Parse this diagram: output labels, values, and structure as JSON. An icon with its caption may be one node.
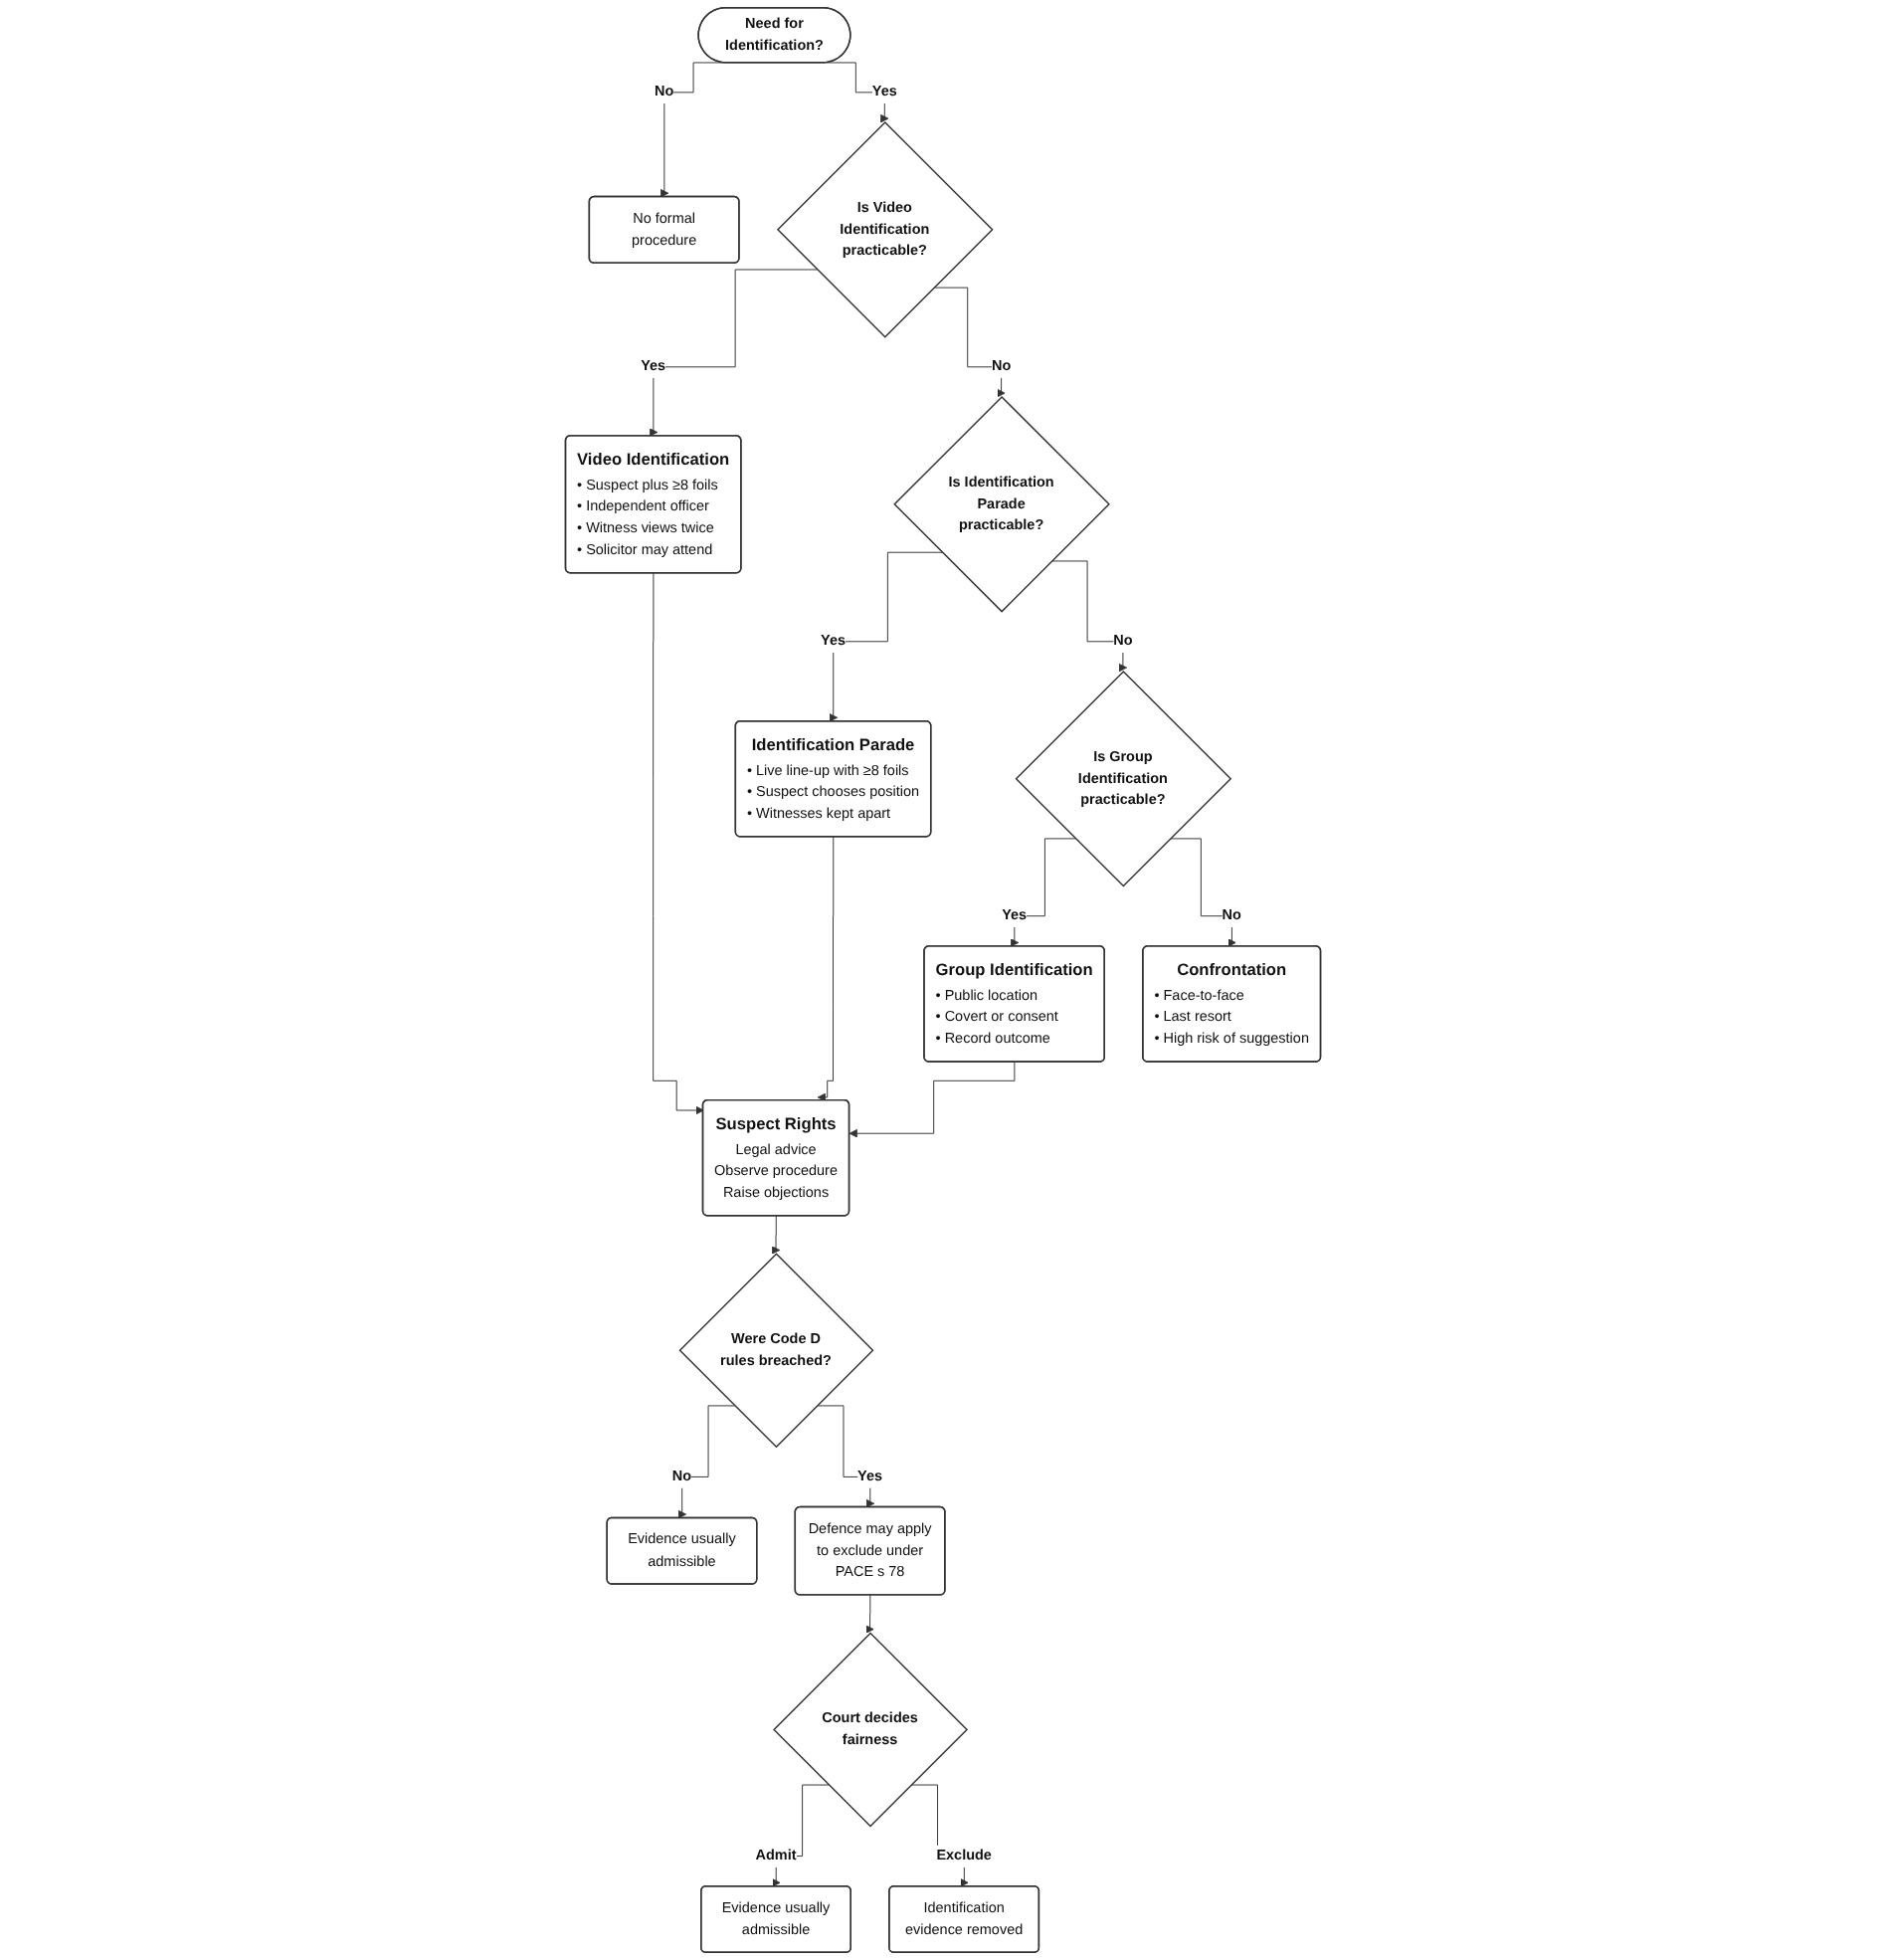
{
  "diagram": {
    "nodes": [
      {
        "text": [
          "Need for Identification?"
        ]
      },
      {
        "text": [
          "No formal procedure"
        ]
      },
      {
        "text": [
          "Is Video Identification practicable?"
        ]
      },
      {
        "text": [
          "Video Identification",
          "• Suspect plus ≥8 foils",
          "• Independent officer",
          "• Witness views twice",
          "• Solicitor may attend"
        ]
      },
      {
        "text": [
          "Is Identification Parade practicable?"
        ]
      },
      {
        "text": [
          "Identification Parade",
          "• Live line-up with ≥8 foils",
          "• Suspect chooses position",
          "• Witnesses kept apart"
        ]
      },
      {
        "text": [
          "Is Group Identification practicable?"
        ]
      },
      {
        "text": [
          "Group Identification",
          "• Public location",
          "• Covert or consent",
          "• Record outcome"
        ]
      },
      {
        "text": [
          "Confrontation",
          "• Face-to-face",
          "• Last resort",
          "• High risk of suggestion"
        ]
      },
      {
        "text": [
          "Suspect Rights",
          "Legal advice",
          "Observe procedure",
          "Raise objections"
        ]
      },
      {
        "text": [
          "Were Code D rules breached?"
        ]
      },
      {
        "text": [
          "Evidence usually admissible"
        ]
      },
      {
        "text": [
          "Defence may apply to exclude under PACE s 78"
        ]
      },
      {
        "text": [
          "Court decides fairness"
        ]
      },
      {
        "text": [
          "Evidence usually admissible"
        ]
      },
      {
        "text": [
          "Identification evidence removed"
        ]
      }
    ],
    "edges": [
      {
        "from": 0,
        "to": 1,
        "arrow": "to",
        "label": "No"
      },
      {
        "from": 0,
        "to": 2,
        "arrow": "to",
        "label": "Yes"
      },
      {
        "from": 2,
        "to": 3,
        "arrow": "to",
        "label": "Yes"
      },
      {
        "from": 2,
        "to": 4,
        "arrow": "to",
        "label": "No"
      },
      {
        "from": 4,
        "to": 5,
        "arrow": "to",
        "label": "Yes"
      },
      {
        "from": 4,
        "to": 6,
        "arrow": "to",
        "label": "No"
      },
      {
        "from": 6,
        "to": 7,
        "arrow": "to",
        "label": "Yes"
      },
      {
        "from": 6,
        "to": 8,
        "arrow": "to",
        "label": "No"
      },
      {
        "from": 3,
        "to": 9,
        "arrow": "to"
      },
      {
        "from": 5,
        "to": 9,
        "arrow": "to"
      },
      {
        "from": 7,
        "to": 9,
        "arrow": "to"
      },
      {
        "from": 9,
        "to": 10,
        "arrow": "to"
      },
      {
        "from": 10,
        "to": 11,
        "arrow": "to",
        "label": "No"
      },
      {
        "from": 10,
        "to": 12,
        "arrow": "to",
        "label": "Yes"
      },
      {
        "from": 12,
        "to": 13,
        "arrow": "to"
      },
      {
        "from": 13,
        "to": 14,
        "arrow": "to",
        "label": "Admit"
      },
      {
        "from": 13,
        "to": 15,
        "arrow": "to",
        "label": "Exclude"
      }
    ]
  }
}
